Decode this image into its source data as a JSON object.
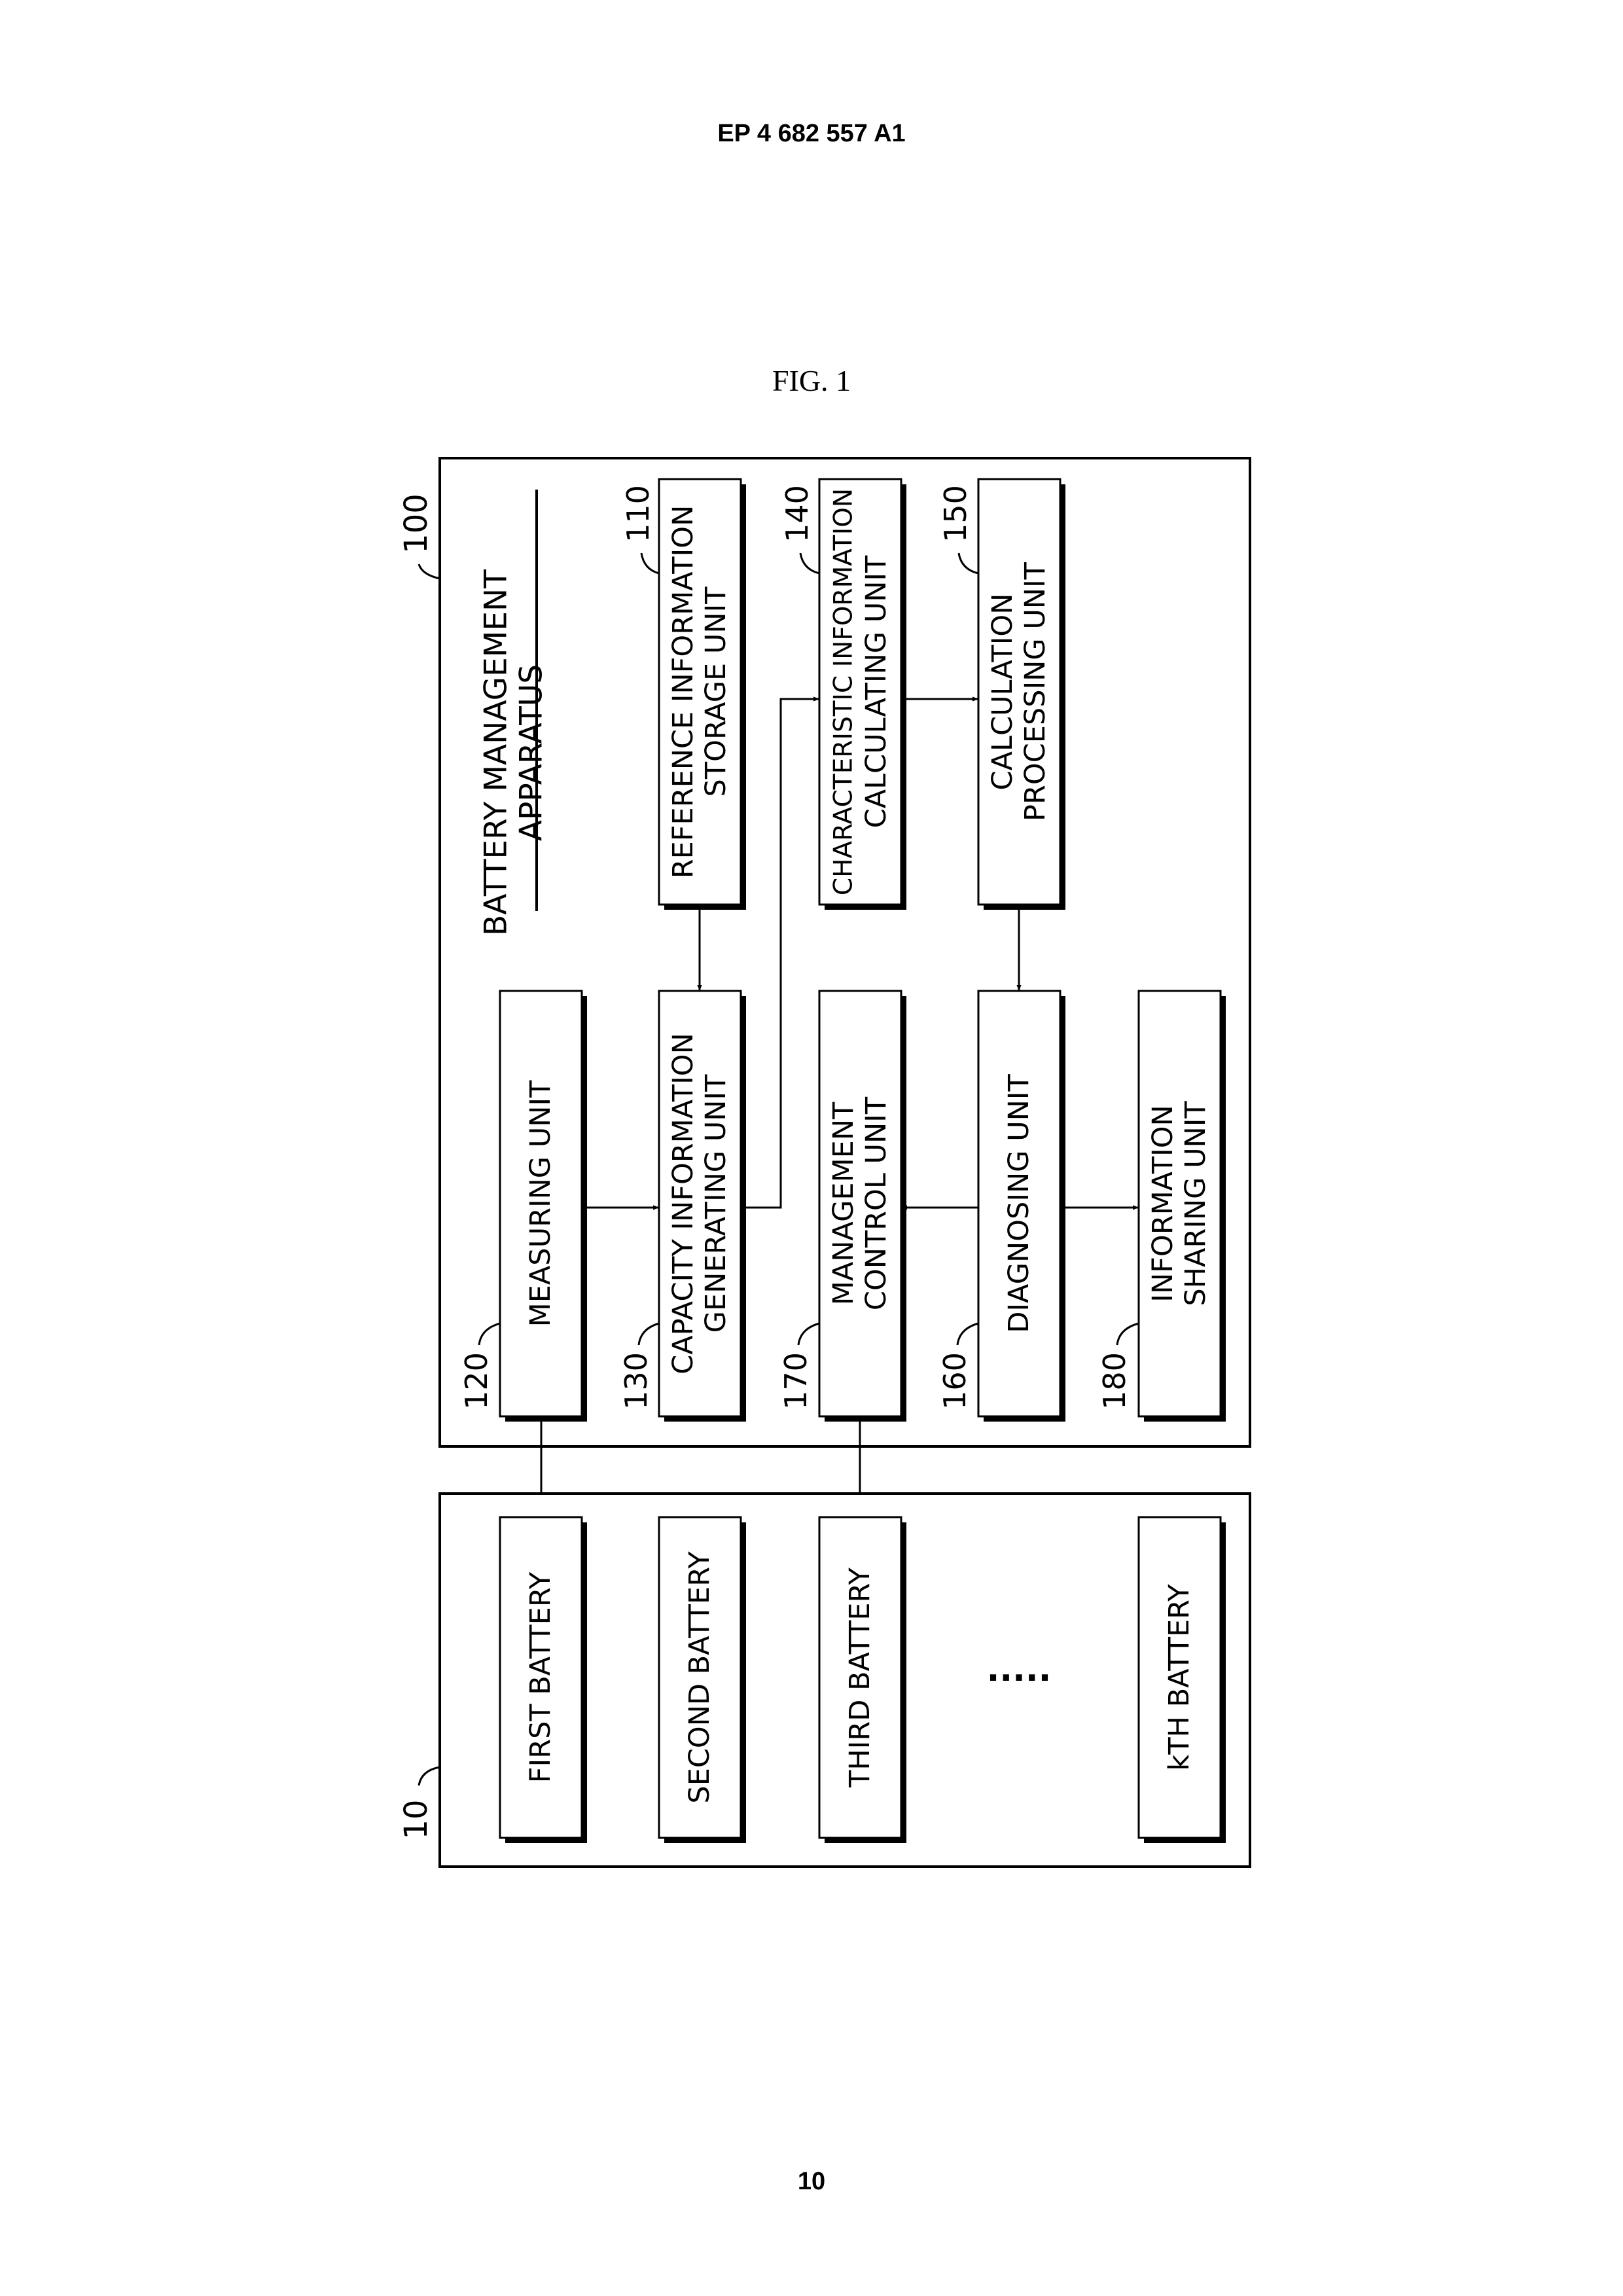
{
  "header": {
    "publication_number": "EP 4 682 557 A1",
    "page_number": "10"
  },
  "figure": {
    "label": "FIG. 1"
  },
  "apparatus": {
    "ref": "100",
    "title_line1": "BATTERY MANAGEMENT",
    "title_line2": "APPARATUS"
  },
  "units": {
    "u110": {
      "ref": "110",
      "line1": "REFERENCE INFORMATION",
      "line2": "STORAGE UNIT"
    },
    "u140": {
      "ref": "140",
      "line1": "CHARACTERISTIC INFORMATION",
      "line2": "CALCULATING UNIT"
    },
    "u150": {
      "ref": "150",
      "line1": "CALCULATION",
      "line2": "PROCESSING UNIT"
    },
    "u120": {
      "ref": "120",
      "line1": "MEASURING UNIT"
    },
    "u130": {
      "ref": "130",
      "line1": "CAPACITY INFORMATION",
      "line2": "GENERATING UNIT"
    },
    "u170": {
      "ref": "170",
      "line1": "MANAGEMENT",
      "line2": "CONTROL UNIT"
    },
    "u160": {
      "ref": "160",
      "line1": "DIAGNOSING UNIT"
    },
    "u180": {
      "ref": "180",
      "line1": "INFORMATION",
      "line2": "SHARING UNIT"
    }
  },
  "battery_pack": {
    "ref": "10",
    "batteries": {
      "b1": "FIRST BATTERY",
      "b2": "SECOND BATTERY",
      "b3": "THIRD BATTERY",
      "bk": "kTH BATTERY"
    },
    "ellipsis": "....."
  }
}
